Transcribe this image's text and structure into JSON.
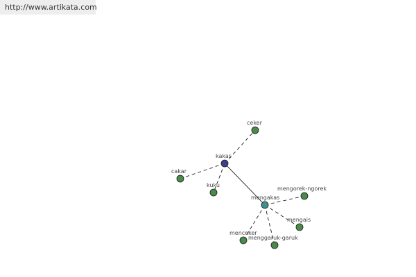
{
  "header": {
    "url": "http://www.artikata.com"
  },
  "colors": {
    "root_node": "#3f3f8f",
    "hub_node": "#3f8f8f",
    "leaf_node": "#4a8a4a",
    "node_stroke": "#1a1a1a",
    "edge": "#000000"
  },
  "graph": {
    "nodes": [
      {
        "id": "kakas",
        "label": "kakas",
        "kind": "root"
      },
      {
        "id": "ceker",
        "label": "ceker",
        "kind": "leaf"
      },
      {
        "id": "cakar",
        "label": "cakar",
        "kind": "leaf"
      },
      {
        "id": "kuku",
        "label": "kuku",
        "kind": "leaf"
      },
      {
        "id": "mengakas",
        "label": "mengakas",
        "kind": "hub"
      },
      {
        "id": "mengorek-ngorek",
        "label": "mengorek-ngorek",
        "kind": "leaf"
      },
      {
        "id": "mengais",
        "label": "mengais",
        "kind": "leaf"
      },
      {
        "id": "mengeker",
        "label": "menceker",
        "kind": "leaf"
      },
      {
        "id": "menggaruk-garuk",
        "label": "menggaruk-garuk",
        "kind": "leaf"
      }
    ],
    "edges": [
      {
        "from": "kakas",
        "to": "ceker",
        "style": "dashed"
      },
      {
        "from": "kakas",
        "to": "cakar",
        "style": "dashed"
      },
      {
        "from": "kakas",
        "to": "kuku",
        "style": "dashed"
      },
      {
        "from": "kakas",
        "to": "mengakas",
        "style": "solid"
      },
      {
        "from": "mengakas",
        "to": "mengorek-ngorek",
        "style": "dashed"
      },
      {
        "from": "mengakas",
        "to": "mengais",
        "style": "dashed"
      },
      {
        "from": "mengakas",
        "to": "mengeker",
        "style": "dashed"
      },
      {
        "from": "mengakas",
        "to": "menggaruk-garuk",
        "style": "dashed"
      }
    ]
  }
}
